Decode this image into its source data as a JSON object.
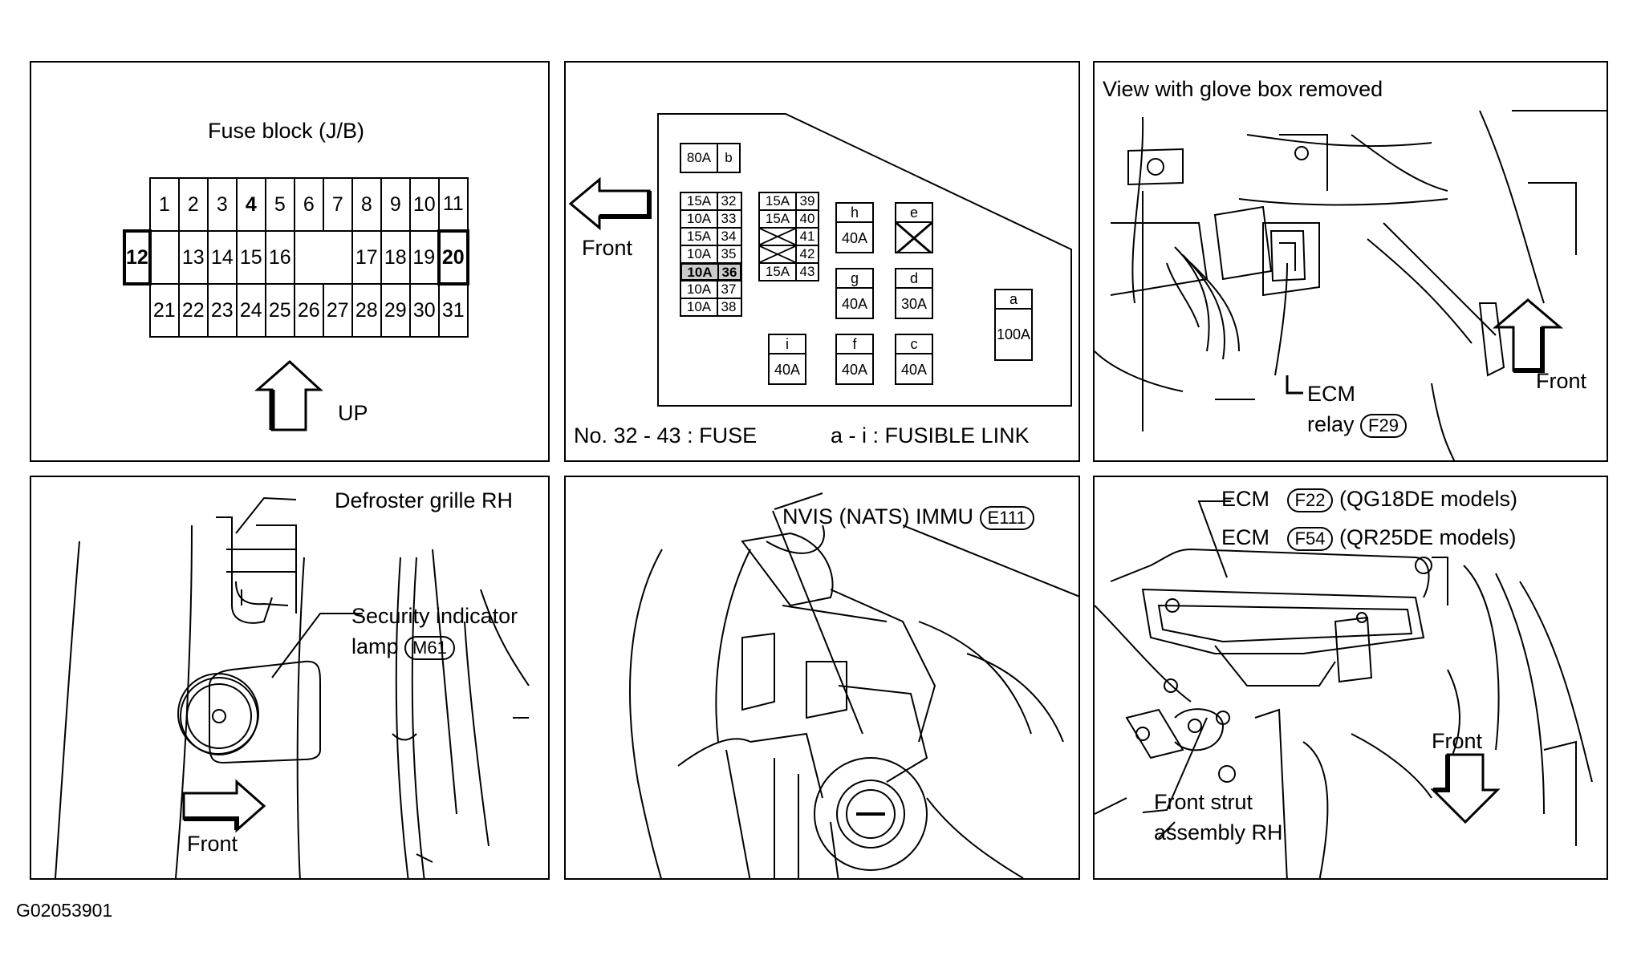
{
  "panels": {
    "fuse_block": {
      "title": "Fuse block (J/B)",
      "row1": [
        "1",
        "2",
        "3",
        "4",
        "5",
        "6",
        "7",
        "8",
        "9",
        "10",
        "11"
      ],
      "row2_left": "12",
      "row2_mid": [
        "13",
        "14",
        "15",
        "16"
      ],
      "row2_right": [
        "17",
        "18",
        "19"
      ],
      "row2_end": "20",
      "row3": [
        "21",
        "22",
        "23",
        "24",
        "25",
        "26",
        "27",
        "28",
        "29",
        "30",
        "31"
      ],
      "up_label": "UP"
    },
    "fusible_link": {
      "front_label": "Front",
      "top_fuse": {
        "amp": "80A",
        "id": "b"
      },
      "col1": [
        {
          "amp": "15A",
          "num": "32"
        },
        {
          "amp": "10A",
          "num": "33"
        },
        {
          "amp": "15A",
          "num": "34"
        },
        {
          "amp": "10A",
          "num": "35"
        },
        {
          "amp": "10A",
          "num": "36"
        },
        {
          "amp": "10A",
          "num": "37"
        },
        {
          "amp": "10A",
          "num": "38"
        }
      ],
      "col2": [
        {
          "amp": "15A",
          "num": "39"
        },
        {
          "amp": "15A",
          "num": "40"
        },
        {
          "amp": "",
          "num": "41"
        },
        {
          "amp": "",
          "num": "42"
        },
        {
          "amp": "15A",
          "num": "43"
        }
      ],
      "links": [
        {
          "id": "h",
          "amp": "40A"
        },
        {
          "id": "e",
          "amp": ""
        },
        {
          "id": "g",
          "amp": "40A"
        },
        {
          "id": "d",
          "amp": "30A"
        },
        {
          "id": "a",
          "amp": "100A"
        },
        {
          "id": "i",
          "amp": "40A"
        },
        {
          "id": "f",
          "amp": "40A"
        },
        {
          "id": "c",
          "amp": "40A"
        }
      ],
      "legend_fuse": "No. 32 - 43 : FUSE",
      "legend_link": "a - i : FUSIBLE LINK"
    },
    "ecm_relay": {
      "title": "View with glove box removed",
      "label_line1": "ECM",
      "label_line2": "relay",
      "connector": "F29",
      "front_label": "Front"
    },
    "security_lamp": {
      "defroster": "Defroster grille RH",
      "lamp_line1": "Security indicator",
      "lamp_line2": "lamp",
      "connector": "M61",
      "front_label": "Front"
    },
    "immu": {
      "label": "NVIS (NATS) IMMU",
      "connector": "E111"
    },
    "ecm": {
      "ecm_label": "ECM",
      "conn1": "F22",
      "models1": "(QG18DE models)",
      "conn2": "F54",
      "models2": "(QR25DE models)",
      "front_label": "Front",
      "strut_line1": "Front  strut",
      "strut_line2": "assembly RH"
    }
  },
  "figure_code": "G02053901"
}
